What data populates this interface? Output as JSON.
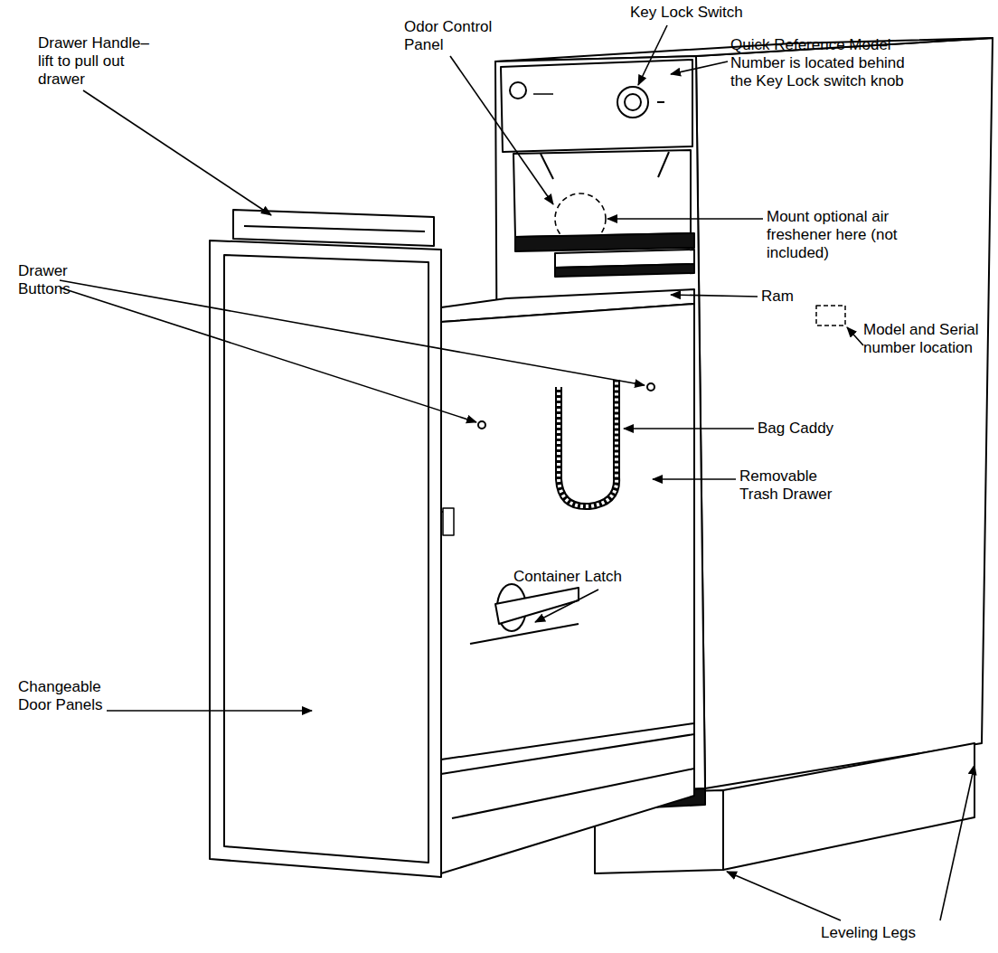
{
  "diagram": {
    "labels": [
      "Odor Control Panel",
      "Key Lock Switch",
      "Drawer Handle– lift to pull out drawer",
      "Quick Reference Model Number is located behind the Key Lock switch knob",
      "Mount optional air freshener here (not included)",
      "Drawer Buttons",
      "Ram",
      "Model and Serial number location",
      "Bag Caddy",
      "Removable Trash Drawer",
      "Container Latch",
      "Changeable Door Panels",
      "Leveling Legs"
    ]
  }
}
